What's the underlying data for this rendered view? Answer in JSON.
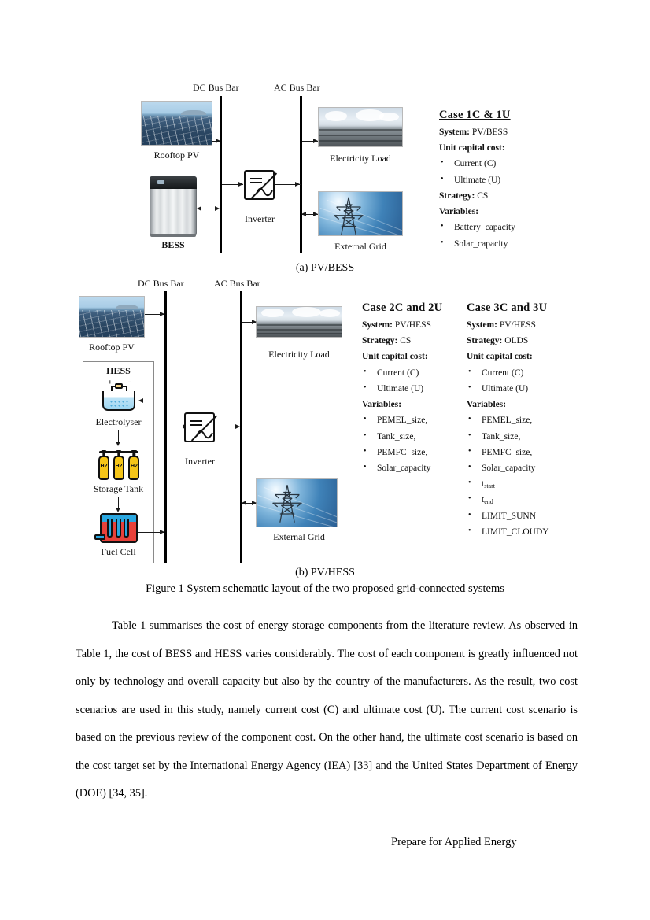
{
  "document": {
    "figure_caption": "Figure 1 System schematic layout of the two proposed grid-connected systems",
    "footer": "Prepare for Applied Energy",
    "body_paragraph": "Table 1 summarises the cost of energy storage components from the literature review. As observed in Table 1, the cost of BESS and HESS varies considerably. The cost of each component is greatly influenced not only by technology and overall capacity but also by the country of the manufacturers. As the result, two cost scenarios are used in this study, namely current cost (C) and ultimate cost (U). The current cost scenario is based on the previous review of the component cost. On the other hand, the ultimate cost scenario is based on the cost target set by the International Energy Agency (IEA) [33] and the United States Department of Energy (DOE) [34, 35]."
  },
  "diagram_a": {
    "subcaption": "(a) PV/BESS",
    "dc_bus_label": "DC Bus Bar",
    "ac_bus_label": "AC Bus Bar",
    "pv_label": "Rooftop PV",
    "bess_label": "BESS",
    "inverter_label": "Inverter",
    "load_label": "Electricity Load",
    "grid_label": "External Grid"
  },
  "diagram_b": {
    "subcaption": "(b) PV/HESS",
    "dc_bus_label": "DC Bus Bar",
    "ac_bus_label": "AC Bus Bar",
    "pv_label": "Rooftop PV",
    "hess_label": "HESS",
    "electrolyser_label": "Electrolyser",
    "storage_tank_label": "Storage Tank",
    "fuel_cell_label": "Fuel Cell",
    "h2_label": "H2",
    "inverter_label": "Inverter",
    "load_label": "Electricity Load",
    "grid_label": "External Grid",
    "anode_sign": "+",
    "cathode_sign": "−"
  },
  "cases": [
    {
      "id": "case-1",
      "title": "Case 1C & 1U",
      "system_key": "System:",
      "system_value": "PV/BESS",
      "cost_heading": "Unit capital cost:",
      "cost_items": [
        "Current (C)",
        "Ultimate (U)"
      ],
      "strategy_key": "Strategy:",
      "strategy_value": "CS",
      "variables_heading": "Variables:",
      "variables": [
        {
          "text": "Battery_capacity"
        },
        {
          "text": "Solar_capacity"
        }
      ],
      "order": [
        "system",
        "cost",
        "strategy",
        "variables"
      ]
    },
    {
      "id": "case-2",
      "title": "Case 2C and 2U",
      "system_key": "System:",
      "system_value": "PV/HESS",
      "strategy_key": "Strategy:",
      "strategy_value": "CS",
      "cost_heading": "Unit capital cost:",
      "cost_items": [
        "Current (C)",
        "Ultimate (U)"
      ],
      "variables_heading": "Variables:",
      "variables": [
        {
          "text": "PEMEL_size,"
        },
        {
          "text": "Tank_size,"
        },
        {
          "text": "PEMFC_size,"
        },
        {
          "text": "Solar_capacity"
        }
      ],
      "order": [
        "system",
        "strategy",
        "cost",
        "variables"
      ]
    },
    {
      "id": "case-3",
      "title": "Case 3C and 3U",
      "system_key": "System:",
      "system_value": "PV/HESS",
      "strategy_key": "Strategy:",
      "strategy_value": "OLDS",
      "cost_heading": "Unit capital cost:",
      "cost_items": [
        "Current (C)",
        "Ultimate (U)"
      ],
      "variables_heading": "Variables:",
      "variables": [
        {
          "text": "PEMEL_size,"
        },
        {
          "text": "Tank_size,"
        },
        {
          "text": "PEMFC_size,"
        },
        {
          "text": "Solar_capacity"
        },
        {
          "text": "t",
          "sub": "start"
        },
        {
          "text": "t",
          "sub": "end"
        },
        {
          "text": "LIMIT_SUNN"
        },
        {
          "text": "LIMIT_CLOUDY"
        }
      ],
      "order": [
        "system",
        "strategy",
        "cost",
        "variables"
      ]
    }
  ],
  "colors": {
    "page_background": "#ffffff",
    "text": "#111111",
    "busbar": "#000000",
    "hess_border": "#8a8a8a",
    "electrolyser_water": "#9fd7f2",
    "tank_yellow": "#f5c518",
    "fuelcell_red": "#e8413a",
    "fuelcell_blue": "#2aa7e0",
    "pv_blue": "#2b4763",
    "grid_sky": "#3f82b8"
  }
}
